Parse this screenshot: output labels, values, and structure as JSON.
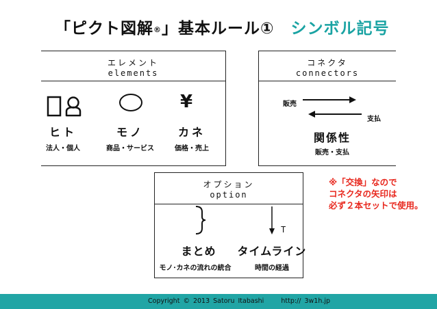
{
  "title": {
    "main_before": "「ピクト図解",
    "registered": "®",
    "main_after": "」基本ルール①",
    "sub": "シンボル記号"
  },
  "elements": {
    "heading_ja": "エレメント",
    "heading_en": "elements",
    "items": [
      {
        "icon": "person-icon",
        "label": "ヒト",
        "caption": "法人・個人"
      },
      {
        "icon": "object-icon",
        "label": "モノ",
        "caption": "商品・サービス"
      },
      {
        "icon": "yen-icon",
        "glyph": "¥",
        "label": "カネ",
        "caption": "価格・売上"
      }
    ]
  },
  "connectors": {
    "heading_ja": "コネクタ",
    "heading_en": "connectors",
    "top_label": "販売",
    "bottom_label": "支払",
    "label": "関係性",
    "caption": "販売・支払"
  },
  "options": {
    "heading_ja": "オプション",
    "heading_en": "option",
    "items": [
      {
        "icon": "brace-icon",
        "label": "まとめ",
        "caption": "モノ･カネの流れの統合"
      },
      {
        "icon": "timeline-arrow-icon",
        "marker": "T",
        "label": "タイムライン",
        "caption": "時間の経過"
      }
    ]
  },
  "note": {
    "line1": "※「交換」なので",
    "line2": "コネクタの矢印は",
    "line3": "必ず２本セットで使用。"
  },
  "footer": {
    "copyright": "Copyright  © 2013 Satoru Itabashi",
    "url": "http:// 3w1h.jp"
  },
  "colors": {
    "accent": "#1aa3a3",
    "note": "#e8281e",
    "footer_bar": "#21a5a5"
  }
}
